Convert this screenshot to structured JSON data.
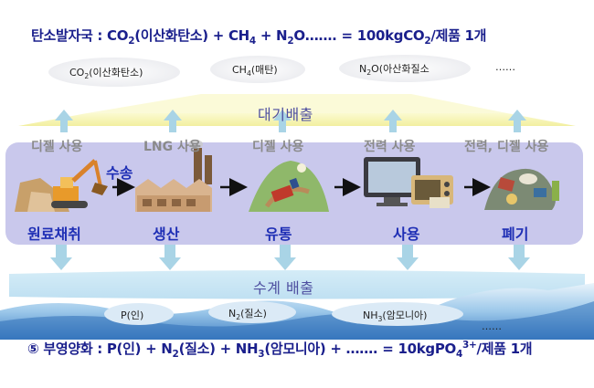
{
  "header": {
    "title_prefix": "탄소발자국 : CO",
    "title_sub1": "2",
    "title_mid1": "(이산화탄소) + CH",
    "title_sub2": "4",
    "title_mid2": " + N",
    "title_sub3": "2",
    "title_mid3": "O…….  = 100kgCO",
    "title_sub4": "2",
    "title_suffix": "/제품 1개"
  },
  "air_emissions": {
    "band_label": "대기배출",
    "gases": [
      {
        "main": "CO",
        "sub": "2",
        "rest": "(이산화탄소)"
      },
      {
        "main": "CH",
        "sub": "4",
        "rest": "(매탄)"
      },
      {
        "main": "N",
        "sub": "2",
        "rest": "O(아산화질소"
      },
      {
        "main": "……",
        "sub": "",
        "rest": ""
      }
    ]
  },
  "energy_sources": [
    "디젤 사용",
    "LNG 사용",
    "디젤 사용",
    "전력 사용",
    "전력, 디젤 사용"
  ],
  "transport_label": "수송",
  "stages": [
    "원료채취",
    "생산",
    "유통",
    "사용",
    "폐기"
  ],
  "water_emissions": {
    "band_label": "수계 배출",
    "substances": [
      {
        "main": "P(인)",
        "sub": "",
        "rest": ""
      },
      {
        "main": "N",
        "sub": "2",
        "rest": "(질소)"
      },
      {
        "main": "NH",
        "sub": "3",
        "rest": "(암모니아)"
      },
      {
        "main": "……",
        "sub": "",
        "rest": ""
      }
    ]
  },
  "footer": {
    "prefix": "⑤ 부영양화 : P(인) + N",
    "sub1": "2",
    "mid1": "(질소) + NH",
    "sub2": "3",
    "mid2": "(암모니아) + …….  = 10kgPO",
    "sub3": "4",
    "sup3": "3+",
    "suffix": "/제품 1개"
  },
  "colors": {
    "title": "#1a1f8c",
    "stage_label": "#1f2fb5",
    "energy_label": "#8a8a8a",
    "process_band": "#c9c8ec",
    "air_band": "#f6f4a8",
    "arrow": "#a9d4e6",
    "water": "#4e8fcf"
  }
}
